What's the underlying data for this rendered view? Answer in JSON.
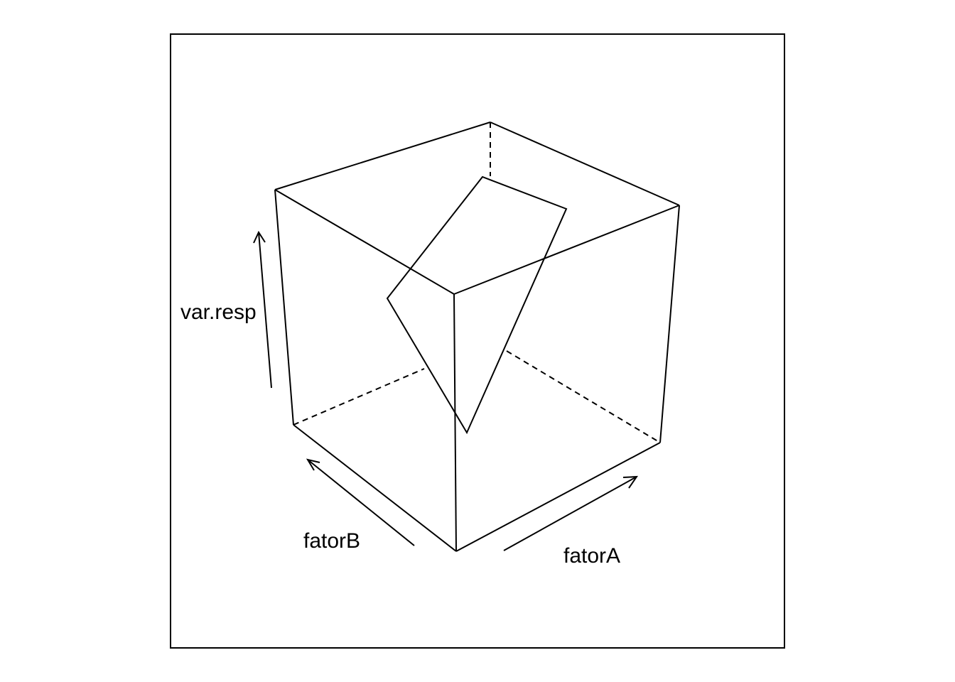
{
  "chart_data": {
    "type": "surface",
    "title": "",
    "xlabel": "fatorA",
    "ylabel": "fatorB",
    "zlabel": "var.resp",
    "box": true,
    "grid": false,
    "surface_corners": [
      {
        "fatorA": 0.35,
        "fatorB": 0.3,
        "var.resp": 0.55
      },
      {
        "fatorA": 0.35,
        "fatorB": 0.7,
        "var.resp": 0.95
      },
      {
        "fatorA": 0.7,
        "fatorB": 0.7,
        "var.resp": 0.95
      },
      {
        "fatorA": 0.7,
        "fatorB": 0.3,
        "var.resp": 0.05
      }
    ]
  }
}
